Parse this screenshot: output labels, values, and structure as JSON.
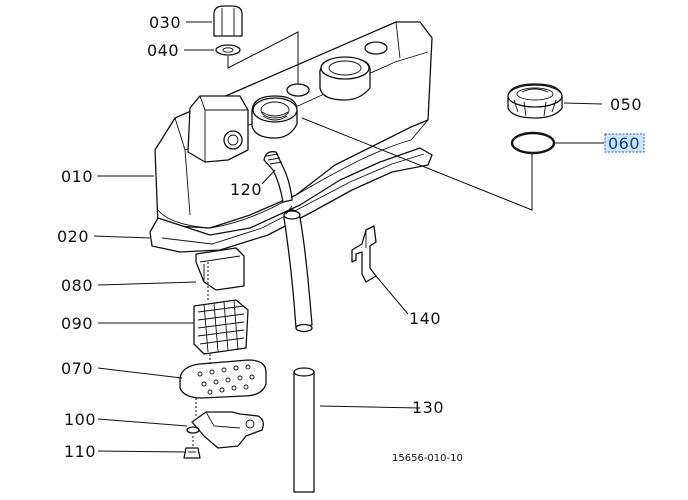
{
  "diagram": {
    "parts": [
      {
        "id": "010",
        "label": "010"
      },
      {
        "id": "020",
        "label": "020"
      },
      {
        "id": "030",
        "label": "030"
      },
      {
        "id": "040",
        "label": "040"
      },
      {
        "id": "050",
        "label": "050"
      },
      {
        "id": "060",
        "label": "060",
        "selected": true
      },
      {
        "id": "070",
        "label": "070"
      },
      {
        "id": "080",
        "label": "080"
      },
      {
        "id": "090",
        "label": "090"
      },
      {
        "id": "100",
        "label": "100"
      },
      {
        "id": "110",
        "label": "110"
      },
      {
        "id": "120",
        "label": "120"
      },
      {
        "id": "130",
        "label": "130"
      },
      {
        "id": "140",
        "label": "140"
      }
    ],
    "drawing_code": "15656-010-10",
    "colors": {
      "line": "#111111",
      "selection_fill": "#cfe4ff",
      "selection_border": "#1a5fc7"
    }
  }
}
